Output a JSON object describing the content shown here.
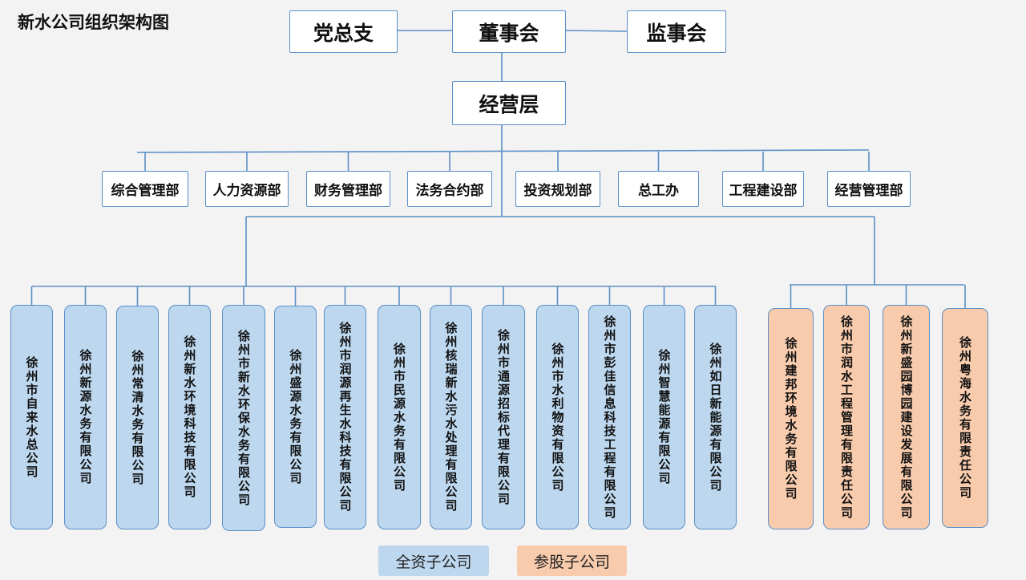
{
  "title": "新水公司组织架构图",
  "top": {
    "party": "党总支",
    "board": "董事会",
    "supervisors": "监事会",
    "management": "经营层"
  },
  "departments": [
    "综合管理部",
    "人力资源部",
    "财务管理部",
    "法务合约部",
    "投资规划部",
    "总工办",
    "工程建设部",
    "经营管理部"
  ],
  "subsidiaries_full": [
    "徐州市自来水总公司",
    "徐州新源水务有限公司",
    "徐州常清水务有限公司",
    "徐州新水环境科技有限公司",
    "徐州市新水环保水务有限公司",
    "徐州盛源水务有限公司",
    "徐州市润源再生水科技有限公司",
    "徐州市民源水务有限公司",
    "徐州核瑞新水污水处理有限公司",
    "徐州市通源招标代理有限公司",
    "徐州市水利物资有限公司",
    "徐州市彭佳信息科技工程有限公司",
    "徐州智慧能源有限公司",
    "徐州如日新能源有限公司"
  ],
  "subsidiaries_partial": [
    "徐州建邦环境水务有限公司",
    "徐州市润水工程管理有限责任公司",
    "徐州新盛园博园建设发展有限公司",
    "徐州粤海水务有限责任公司"
  ],
  "legend": {
    "full": "全资子公司",
    "partial": "参股子公司"
  },
  "colors": {
    "line": "#5b8fc6",
    "full_fill": "#bdd7ee",
    "partial_fill": "#f8cbad"
  }
}
